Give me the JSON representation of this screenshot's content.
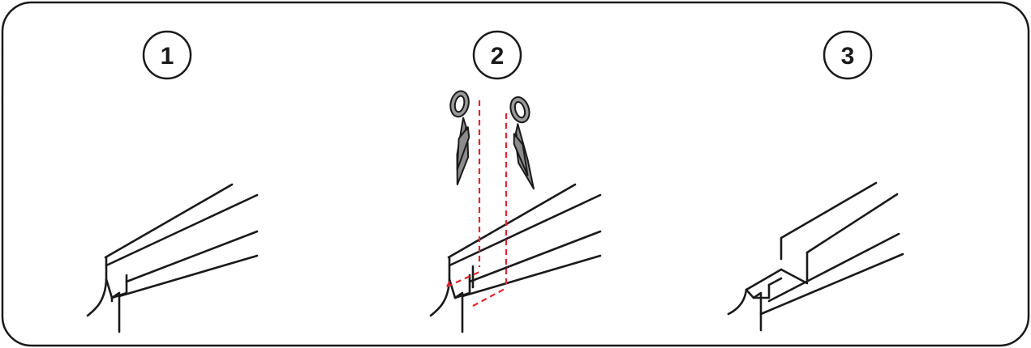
{
  "frame": {
    "border_color": "#1a1a1a",
    "background": "#ffffff"
  },
  "steps": [
    {
      "number": "1",
      "icons": []
    },
    {
      "number": "2",
      "icons": [
        "scissors-icon",
        "scissors-icon"
      ],
      "cut_line_color": "#e0252b"
    },
    {
      "number": "3",
      "icons": []
    }
  ]
}
